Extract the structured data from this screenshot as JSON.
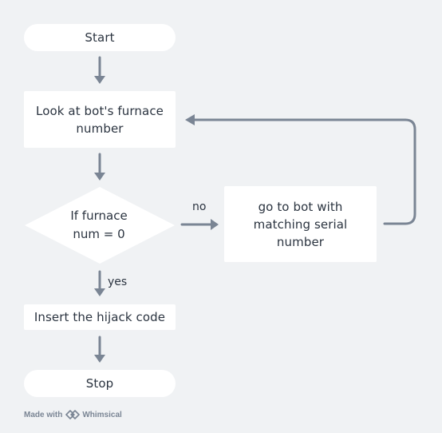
{
  "flowchart": {
    "start": "Start",
    "step_look": "Look at bot's furnace number",
    "decision": "If furnace num = 0",
    "branch_no": "no",
    "branch_yes": "yes",
    "step_goto": "go to bot with matching serial number",
    "step_insert": "Insert the hijack code",
    "stop": "Stop"
  },
  "watermark": {
    "made_with": "Made with",
    "brand": "Whimsical"
  },
  "colors": {
    "background": "#f0f2f4",
    "node": "#ffffff",
    "connector": "#7a8594",
    "text": "#2b3440"
  }
}
